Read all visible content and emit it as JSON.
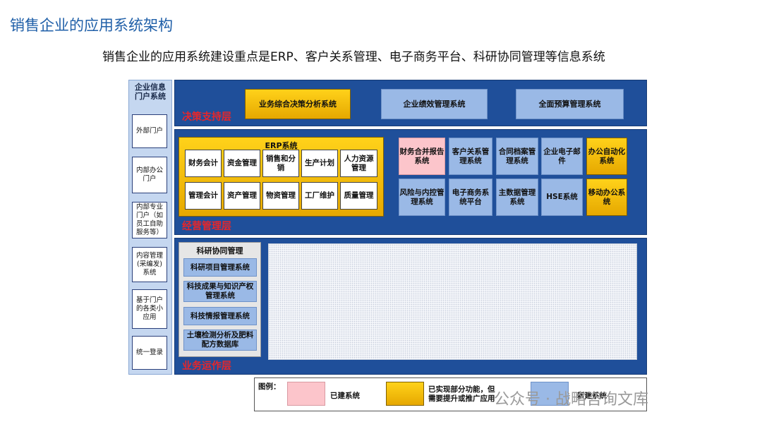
{
  "header": {
    "title": "销售企业的应用系统架构",
    "subtitle": "销售企业的应用系统建设重点是ERP、客户关系管理、电子商务平台、科研协同管理等信息系统"
  },
  "portal": {
    "title": "企业信息门户系统",
    "items": [
      "外部门户",
      "内部办公门户",
      "内部专业门户（如员工自助服务等）",
      "内容管理(采编发)系统",
      "基于门户的各类小应用",
      "统一登录"
    ]
  },
  "decision_layer": {
    "label": "决策支持层",
    "systems": [
      "业务综合决策分析系统",
      "企业绩效管理系统",
      "全面预算管理系统"
    ]
  },
  "operation_layer": {
    "label": "经营管理层",
    "erp_title": "ERP系统",
    "erp_modules": [
      "财务会计",
      "资金管理",
      "销售和分销",
      "生产计划",
      "人力资源管理",
      "管理会计",
      "资产管理",
      "物资管理",
      "工厂维护",
      "质量管理"
    ],
    "systems": [
      "财务合并报告系统",
      "客户关系管理系统",
      "合同档案管理系统",
      "企业电子邮件",
      "办公自动化系统",
      "风险与内控管理系统",
      "电子商务系统平台",
      "主数据管理系统",
      "HSE系统",
      "移动办公系统"
    ]
  },
  "business_layer": {
    "label": "业务运作层",
    "rnd_title": "科研协同管理",
    "rnd_systems": [
      "科研项目管理系统",
      "科技成果与知识产权管理系统",
      "科技情报管理系统",
      "土壤检测分析及肥料配方数据库"
    ]
  },
  "legend": {
    "title": "图例：",
    "built": "已建系统",
    "partial": "已实现部分功能，但需要提升或推广应用",
    "new": "新建系统"
  },
  "watermark": "公众号 · 战略咨询文库",
  "colors": {
    "layer_bg": "#1f4f9a",
    "built": "#fcc5cb",
    "partial": "#f5c000",
    "new": "#9ab9e6",
    "layer_label": "#e8262a",
    "title": "#1f5fa8"
  }
}
